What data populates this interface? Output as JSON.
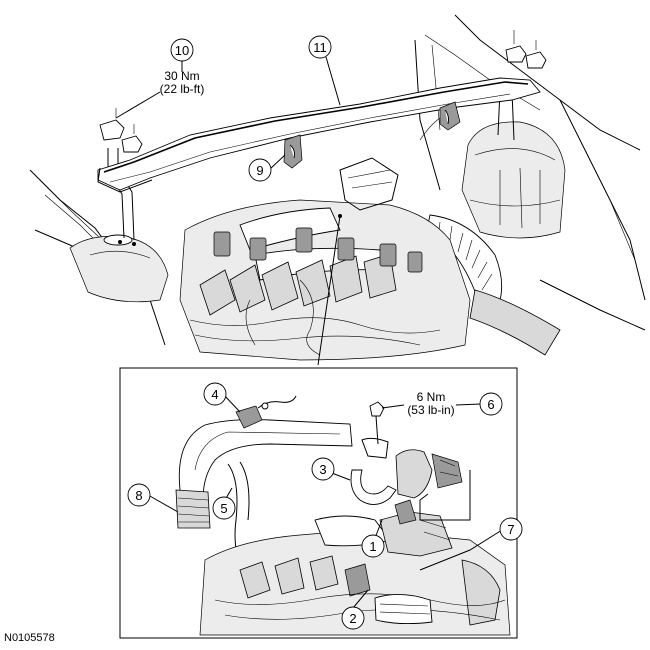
{
  "figure_id": "N0105578",
  "callouts": [
    {
      "num": "1"
    },
    {
      "num": "2"
    },
    {
      "num": "3"
    },
    {
      "num": "4"
    },
    {
      "num": "5"
    },
    {
      "num": "6",
      "torque_nm": "6 Nm",
      "torque_imperial": "(53 lb-in)"
    },
    {
      "num": "7"
    },
    {
      "num": "8"
    },
    {
      "num": "9"
    },
    {
      "num": "10",
      "torque_nm": "30 Nm",
      "torque_imperial": "(22 lb-ft)"
    },
    {
      "num": "11"
    }
  ]
}
